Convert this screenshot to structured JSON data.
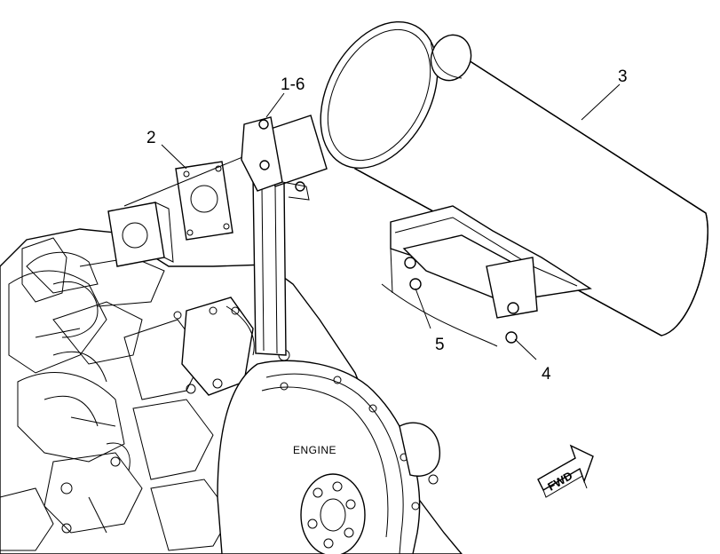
{
  "callouts": {
    "c1_6": "1-6",
    "c2": "2",
    "c3": "3",
    "c4": "4",
    "c5": "5"
  },
  "engine_label": "ENGINE",
  "fwd_label": "FWD",
  "colors": {
    "ink": "#000000",
    "paper": "#ffffff"
  }
}
